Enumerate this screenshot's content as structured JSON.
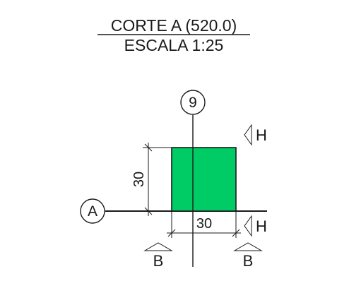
{
  "title": {
    "main": "CORTE A (520.0)",
    "scale": "ESCALA 1:25"
  },
  "grid": {
    "vertical_label": "9",
    "horizontal_label": "A"
  },
  "section_marks": {
    "top_right": "H",
    "bottom_right": "H",
    "bottom_left": "B",
    "bottom_far_right": "B"
  },
  "dimensions": {
    "height": "30",
    "width": "30"
  },
  "colors": {
    "column_fill": "#00cc66",
    "line": "#1a1a1a"
  }
}
